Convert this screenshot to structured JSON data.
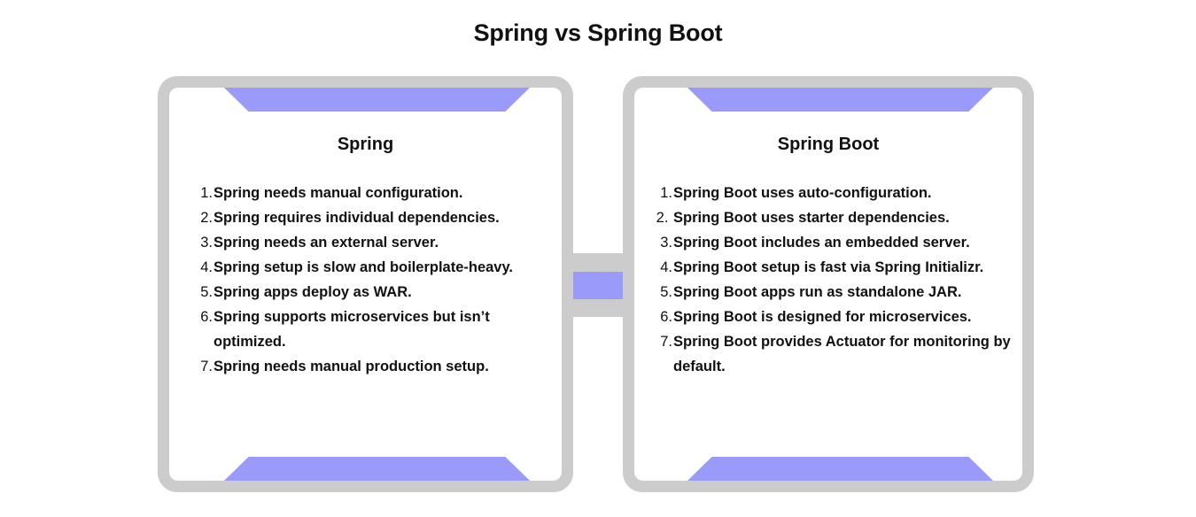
{
  "title": "Spring vs Spring Boot",
  "colors": {
    "accent_purple": "#9a9afb",
    "frame_gray": "#cccccc",
    "text": "#111111",
    "card_background": "#ffffff",
    "page_background": "#ffffff"
  },
  "left_card": {
    "heading": "Spring",
    "items": [
      {
        "number": "1.",
        "text": "Spring needs manual configuration."
      },
      {
        "number": "2.",
        "text": "Spring requires individual dependencies."
      },
      {
        "number": "3.",
        "text": "Spring needs an external server."
      },
      {
        "number": "4.",
        "text": "Spring setup is slow and boilerplate-heavy."
      },
      {
        "number": "5.",
        "text": "Spring apps deploy as WAR."
      },
      {
        "number": "6.",
        "text": "Spring supports microservices but isn’t optimized."
      },
      {
        "number": "7.",
        "text": "Spring needs manual production setup."
      }
    ]
  },
  "right_card": {
    "heading": "Spring Boot",
    "items": [
      {
        "number": "1.",
        "text": "Spring Boot uses auto-configuration."
      },
      {
        "number": "2. ",
        "text": "Spring Boot uses starter dependencies."
      },
      {
        "number": "3.",
        "text": "Spring Boot includes an embedded server."
      },
      {
        "number": "4.",
        "text": "Spring Boot setup is fast via Spring Initializr."
      },
      {
        "number": "5.",
        "text": "Spring Boot apps run as standalone JAR."
      },
      {
        "number": "6.",
        "text": "Spring Boot is designed for microservices."
      },
      {
        "number": "7.",
        "text": "Spring Boot provides Actuator for monitoring by default."
      }
    ]
  }
}
